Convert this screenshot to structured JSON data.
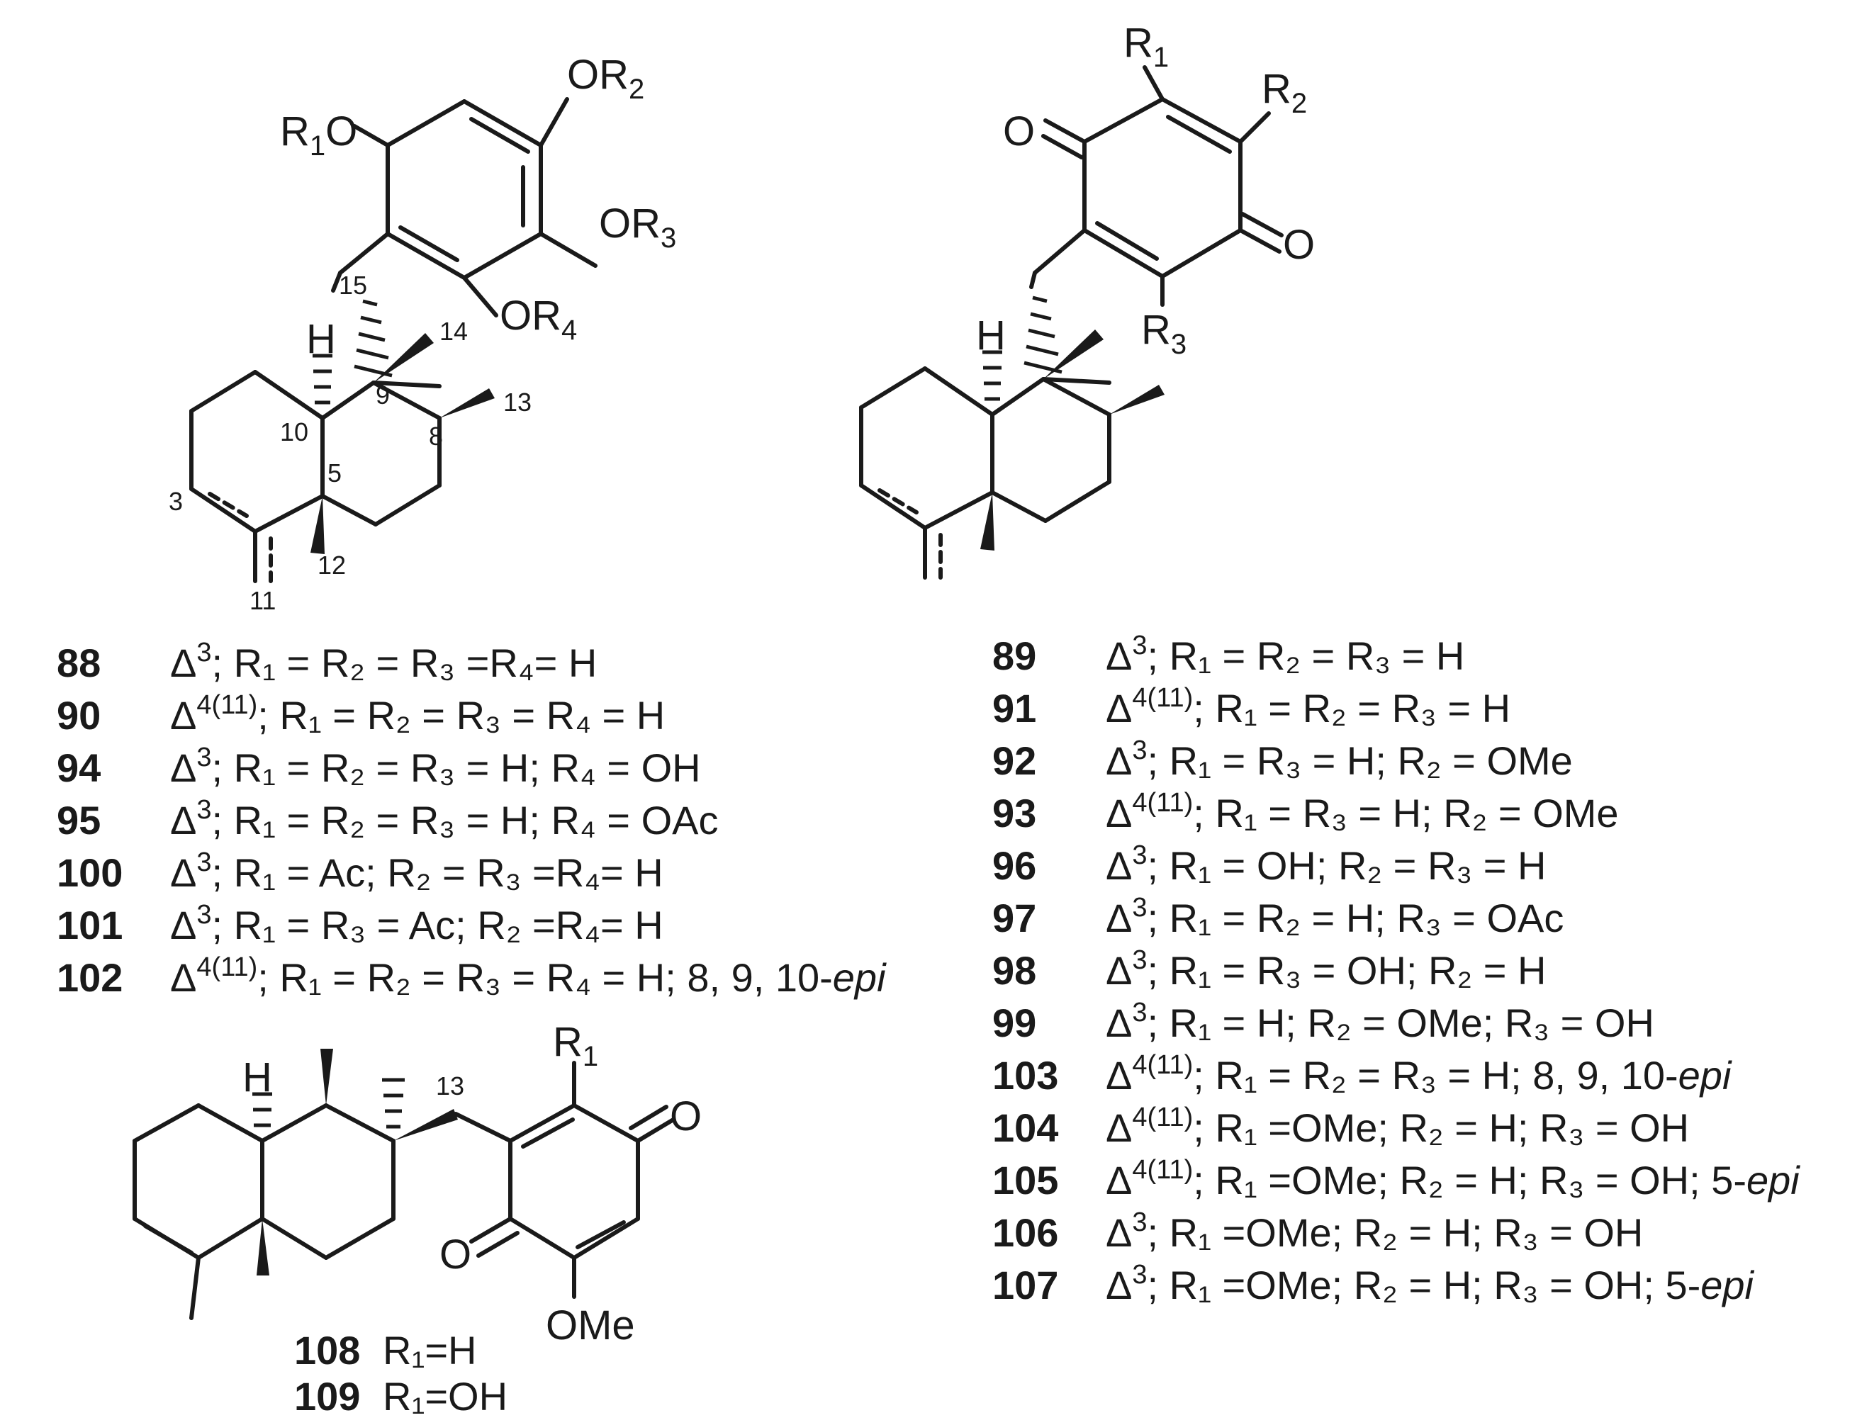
{
  "atoms": {
    "R1O": [
      "R",
      "1",
      "O"
    ],
    "OR2": [
      "OR",
      "2"
    ],
    "OR3": [
      "OR",
      "3"
    ],
    "OR4": [
      "OR",
      "4"
    ],
    "R1": [
      "R",
      "1"
    ],
    "R2": [
      "R",
      "2"
    ],
    "R3": [
      "R",
      "3"
    ],
    "H": "H",
    "O": "O",
    "OMe": "OMe"
  },
  "locants": [
    "15",
    "14",
    "9",
    "10",
    "8",
    "13",
    "5",
    "3",
    "12",
    "11",
    "13"
  ],
  "series_a": [
    {
      "id": "88",
      "delta": "3",
      "text": "; R₁ = R₂ = R₃ =R₄= H",
      "epi": ""
    },
    {
      "id": "90",
      "delta": "4(11)",
      "text": "; R₁ = R₂ = R₃ = R₄ = H",
      "epi": ""
    },
    {
      "id": "94",
      "delta": "3",
      "text": "; R₁ = R₂ = R₃ = H; R₄ = OH",
      "epi": ""
    },
    {
      "id": "95",
      "delta": "3",
      "text": "; R₁ = R₂ = R₃ = H; R₄ = OAc",
      "epi": ""
    },
    {
      "id": "100",
      "delta": "3",
      "text": "; R₁ = Ac;  R₂ = R₃ =R₄= H",
      "epi": ""
    },
    {
      "id": "101",
      "delta": "3",
      "text": "; R₁ = R₃ = Ac;  R₂ =R₄= H",
      "epi": ""
    },
    {
      "id": "102",
      "delta": "4(11)",
      "text": "; R₁ = R₂ = R₃ = R₄ = H; 8, 9, 10-",
      "epi": "epi"
    }
  ],
  "series_b": [
    {
      "id": "89",
      "delta": "3",
      "text": "; R₁ = R₂ = R₃ = H",
      "epi": ""
    },
    {
      "id": "91",
      "delta": "4(11)",
      "text": "; R₁ = R₂ = R₃ = H",
      "epi": ""
    },
    {
      "id": "92",
      "delta": "3",
      "text": "; R₁ = R₃ = H; R₂ = OMe",
      "epi": ""
    },
    {
      "id": "93",
      "delta": "4(11)",
      "text": "; R₁ = R₃ = H; R₂ = OMe",
      "epi": ""
    },
    {
      "id": "96",
      "delta": "3",
      "text": "; R₁ = OH;  R₂ = R₃ = H",
      "epi": ""
    },
    {
      "id": "97",
      "delta": "3",
      "text": "; R₁ = R₂ = H; R₃ = OAc",
      "epi": ""
    },
    {
      "id": "98",
      "delta": "3",
      "text": "; R₁ = R₃ = OH; R₂ = H",
      "epi": ""
    },
    {
      "id": "99",
      "delta": "3",
      "text": "; R₁ = H; R₂ = OMe; R₃ = OH",
      "epi": ""
    },
    {
      "id": "103",
      "delta": "4(11)",
      "text": "; R₁ = R₂ = R₃ = H; 8, 9, 10-",
      "epi": "epi"
    },
    {
      "id": "104",
      "delta": "4(11)",
      "text": "; R₁ =OMe; R₂ = H; R₃ = OH",
      "epi": ""
    },
    {
      "id": "105",
      "delta": "4(11)",
      "text": "; R₁ =OMe; R₂ = H; R₃ = OH; 5-",
      "epi": "epi"
    },
    {
      "id": "106",
      "delta": "3",
      "text": "; R₁ =OMe; R₂ = H; R₃ = OH",
      "epi": ""
    },
    {
      "id": "107",
      "delta": "3",
      "text": "; R₁ =OMe; R₂ = H; R₃ = OH; 5-",
      "epi": "epi"
    }
  ],
  "series_c": [
    {
      "id": "108",
      "text": "R₁=H"
    },
    {
      "id": "109",
      "text": "R₁=OH"
    }
  ],
  "delta_symbol": "Δ"
}
